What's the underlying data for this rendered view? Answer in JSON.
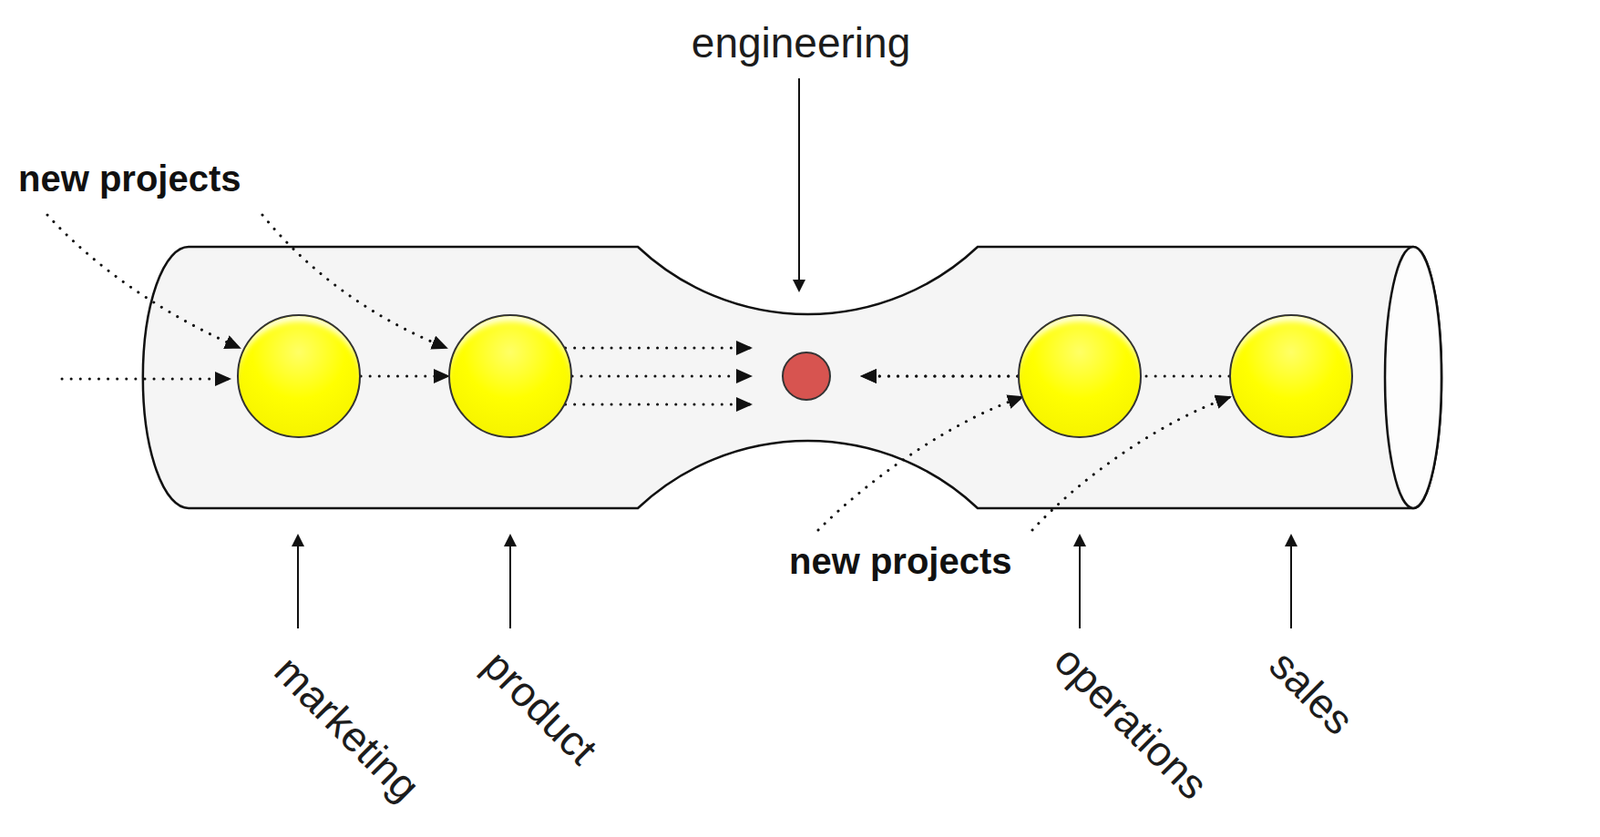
{
  "diagram": {
    "nodes": [
      {
        "text": [
          "marketing"
        ]
      },
      {
        "text": [
          "product"
        ]
      },
      {
        "text": [
          "engineering"
        ]
      },
      {
        "text": [
          "operations"
        ]
      },
      {
        "text": [
          "sales"
        ]
      }
    ],
    "edges": [
      {
        "from": 0,
        "to": 1,
        "arrow": "to"
      },
      {
        "from": 1,
        "to": 2,
        "arrow": "to"
      },
      {
        "from": 1,
        "to": 2,
        "arrow": "to"
      },
      {
        "from": 1,
        "to": 2,
        "arrow": "to"
      },
      {
        "from": 3,
        "to": 2,
        "arrow": "to"
      },
      {
        "from": 4,
        "to": 2,
        "arrow": "to"
      }
    ],
    "labels": [
      "new projects",
      "new projects"
    ]
  }
}
